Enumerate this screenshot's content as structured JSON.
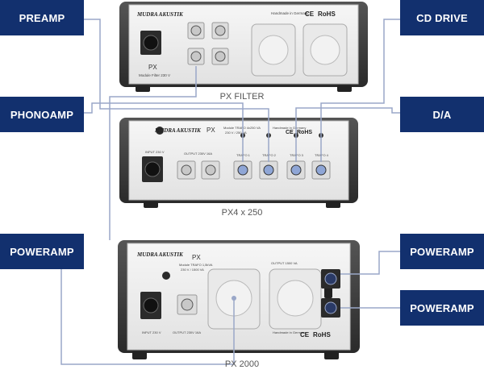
{
  "labels": {
    "preamp": "PREAMP",
    "phonoamp": "PHONOAMP",
    "poweramp_left": "POWERAMP",
    "cd_drive": "CD DRIVE",
    "da": "D/A",
    "poweramp_right_top": "POWERAMP",
    "poweramp_right_bottom": "POWERAMP"
  },
  "units": {
    "px_filter": {
      "caption": "PX FILTER",
      "brand": "MUDRA AKUSTIK",
      "model": "PX",
      "subtitle": "Module Filter 230 V",
      "handmade": "Handmade in Germany",
      "rohs": "RoHS",
      "ce": "CE"
    },
    "px4x250": {
      "caption": "PX4 x 250",
      "brand": "MUDRA AKUSTIK",
      "model": "PX",
      "subtitle": "Module TRAFO 4x250 VA",
      "subtitle2": "230 V / 250 VA",
      "handmade": "Handmade in Germany",
      "rohs": "RoHS",
      "ce": "CE",
      "input": "INPUT 230 V",
      "output": "OUTPUT 230V 16A",
      "trafo": [
        "TRAFO 1",
        "TRAFO 2",
        "TRAFO 3",
        "TRAFO 4"
      ]
    },
    "px2000": {
      "caption": "PX 2000",
      "brand": "MUDRA AKUSTIK",
      "model": "PX",
      "subtitle": "Module TRAFO 1,5kVA",
      "subtitle2": "230 V / 1500 VA",
      "output_top": "OUTPUT 1500 VA",
      "handmade": "Handmade in Germany",
      "rohs": "RoHS",
      "ce": "CE",
      "input": "INPUT 230 V",
      "output": "OUTPUT 230V 16A"
    }
  },
  "colors": {
    "label_bg": "#12306e",
    "line": "#9aa7c8",
    "panel": "#ececec",
    "case": "#3a3a3a"
  }
}
